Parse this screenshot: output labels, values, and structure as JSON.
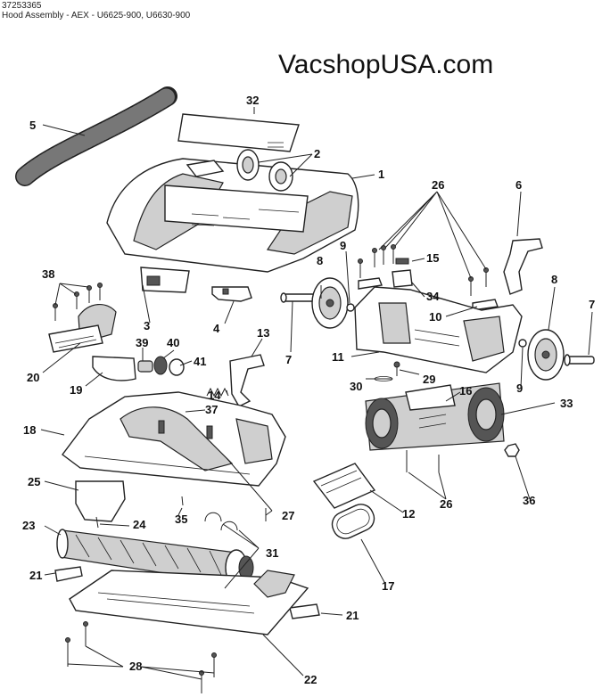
{
  "header": {
    "part_number": "37253365",
    "title": "Hood Assembly - AEX - U6625-900, U6630-900"
  },
  "brand": "VacshopUSA.com",
  "callouts": {
    "c1": "1",
    "c2": "2",
    "c3": "3",
    "c4": "4",
    "c5": "5",
    "c6": "6",
    "c7a": "7",
    "c7b": "7",
    "c8a": "8",
    "c8b": "8",
    "c9a": "9",
    "c9b": "9",
    "c10": "10",
    "c11": "11",
    "c12": "12",
    "c13": "13",
    "c14": "14",
    "c15": "15",
    "c16": "16",
    "c17": "17",
    "c18": "18",
    "c19": "19",
    "c20": "20",
    "c21a": "21",
    "c21b": "21",
    "c22": "22",
    "c23": "23",
    "c24": "24",
    "c25": "25",
    "c26a": "26",
    "c26b": "26",
    "c27": "27",
    "c28": "28",
    "c29": "29",
    "c30": "30",
    "c31": "31",
    "c32": "32",
    "c33": "33",
    "c34": "34",
    "c35": "35",
    "c36": "36",
    "c37": "37",
    "c38": "38",
    "c39": "39",
    "c40": "40",
    "c41": "41"
  }
}
